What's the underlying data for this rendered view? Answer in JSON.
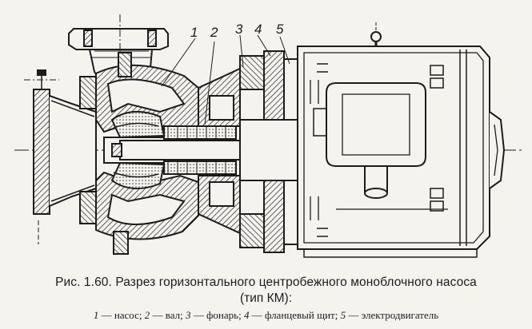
{
  "callouts": [
    {
      "num": "1",
      "label": "насос"
    },
    {
      "num": "2",
      "label": "вал"
    },
    {
      "num": "3",
      "label": "фонарь"
    },
    {
      "num": "4",
      "label": "фланцевый щит"
    },
    {
      "num": "5",
      "label": "электродвигатель"
    }
  ],
  "caption": {
    "line1": "Рис. 1.60. Разрез горизонтального центробежного моноблочного насоса",
    "line2": "(тип КМ):"
  },
  "colors": {
    "ink": "#1c1c1c",
    "paper": "#f4f3ee",
    "hatch": "#3a3a3a"
  },
  "icons": [
    "lifting-eye-icon"
  ]
}
